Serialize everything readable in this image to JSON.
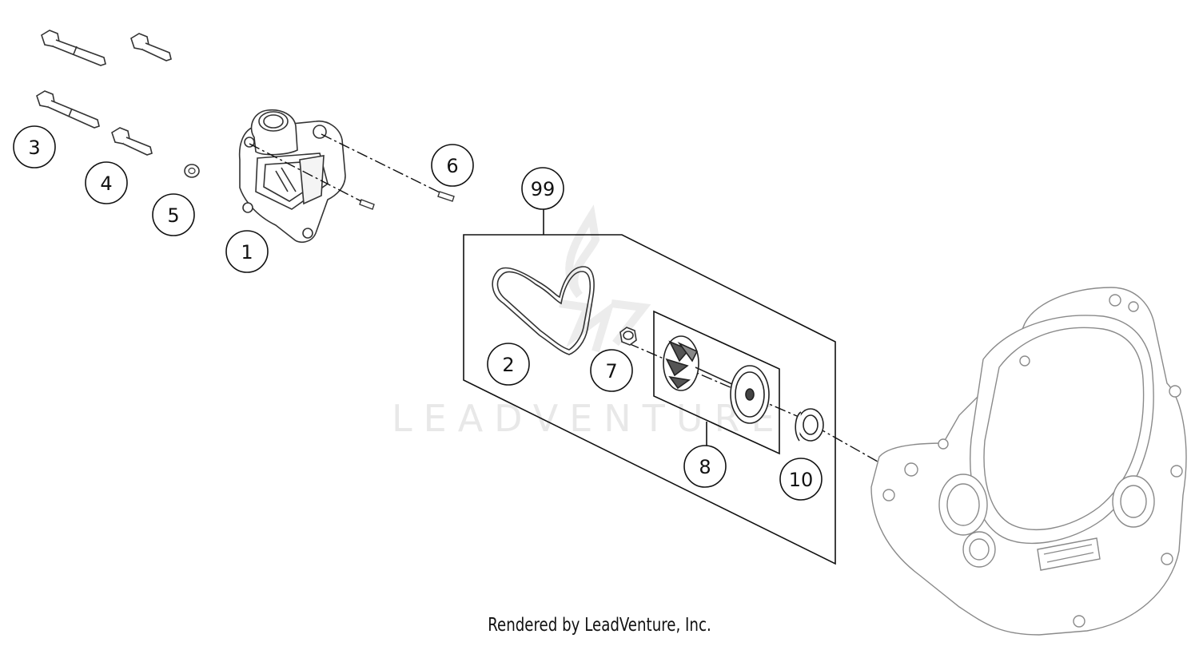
{
  "watermark": {
    "text": "LEADVENTURE",
    "logo_icon": "leadventure-flame-logo"
  },
  "callouts": [
    {
      "id": "c1",
      "label": "1"
    },
    {
      "id": "c2",
      "label": "2"
    },
    {
      "id": "c3",
      "label": "3"
    },
    {
      "id": "c4",
      "label": "4"
    },
    {
      "id": "c5",
      "label": "5"
    },
    {
      "id": "c6",
      "label": "6"
    },
    {
      "id": "c7",
      "label": "7"
    },
    {
      "id": "c8",
      "label": "8"
    },
    {
      "id": "c10",
      "label": "10"
    },
    {
      "id": "c99",
      "label": "99"
    }
  ],
  "footer": {
    "text": "Rendered by LeadVenture, Inc."
  },
  "colors": {
    "line": "#111111",
    "part_outline": "#333333",
    "cover_outline": "#8a8a8a",
    "watermark": "#e8e8e8"
  }
}
